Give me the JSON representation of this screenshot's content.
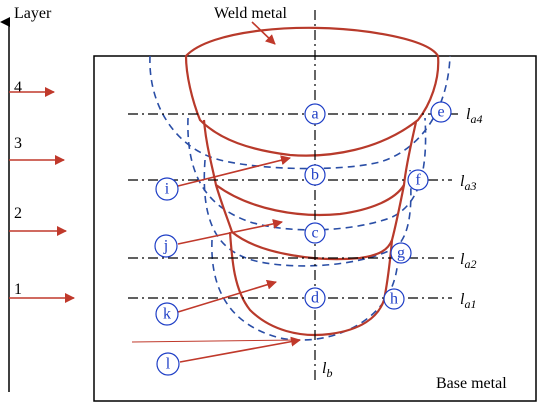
{
  "axis": {
    "label": "Layer"
  },
  "layers": [
    "1",
    "2",
    "3",
    "4"
  ],
  "labels": {
    "weld_metal": "Weld metal",
    "base_metal": "Base metal"
  },
  "points": {
    "a": "a",
    "b": "b",
    "c": "c",
    "d": "d",
    "e": "e",
    "f": "f",
    "g": "g",
    "h": "h",
    "i": "i",
    "j": "j",
    "k": "k",
    "l": "l"
  },
  "lines": {
    "la4": {
      "main": "l",
      "sub": "a4"
    },
    "la3": {
      "main": "l",
      "sub": "a3"
    },
    "la2": {
      "main": "l",
      "sub": "a2"
    },
    "la1": {
      "main": "l",
      "sub": "a1"
    },
    "lb": {
      "main": "l",
      "sub": "b"
    }
  },
  "colors": {
    "weld_boundary": "#b83a2b",
    "heat_affected": "#2a4ea6",
    "circle_label": "#1f3fc6",
    "arrow": "#c0392b"
  }
}
